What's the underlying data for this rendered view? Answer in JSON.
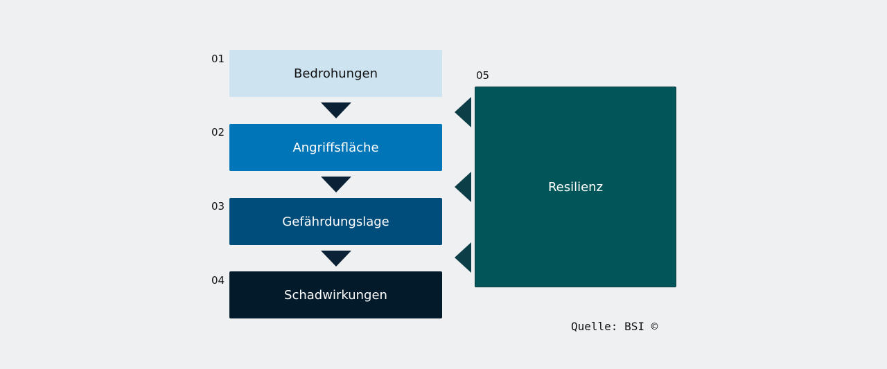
{
  "steps": [
    {
      "num": "01",
      "label": "Bedrohungen",
      "bg": "#cde3f0",
      "fg": "#111111"
    },
    {
      "num": "02",
      "label": "Angriffsfläche",
      "bg": "#0076b8",
      "fg": "#ffffff"
    },
    {
      "num": "03",
      "label": "Gefährdungslage",
      "bg": "#004c7a",
      "fg": "#ffffff"
    },
    {
      "num": "04",
      "label": "Schadwirkungen",
      "bg": "#021a2a",
      "fg": "#ffffff"
    }
  ],
  "resilience": {
    "num": "05",
    "label": "Resilienz",
    "bg": "#02565a"
  },
  "source": "Quelle: BSI ©",
  "colors": {
    "down_arrow": "#0b2236",
    "left_arrow": "#0b3e46"
  }
}
